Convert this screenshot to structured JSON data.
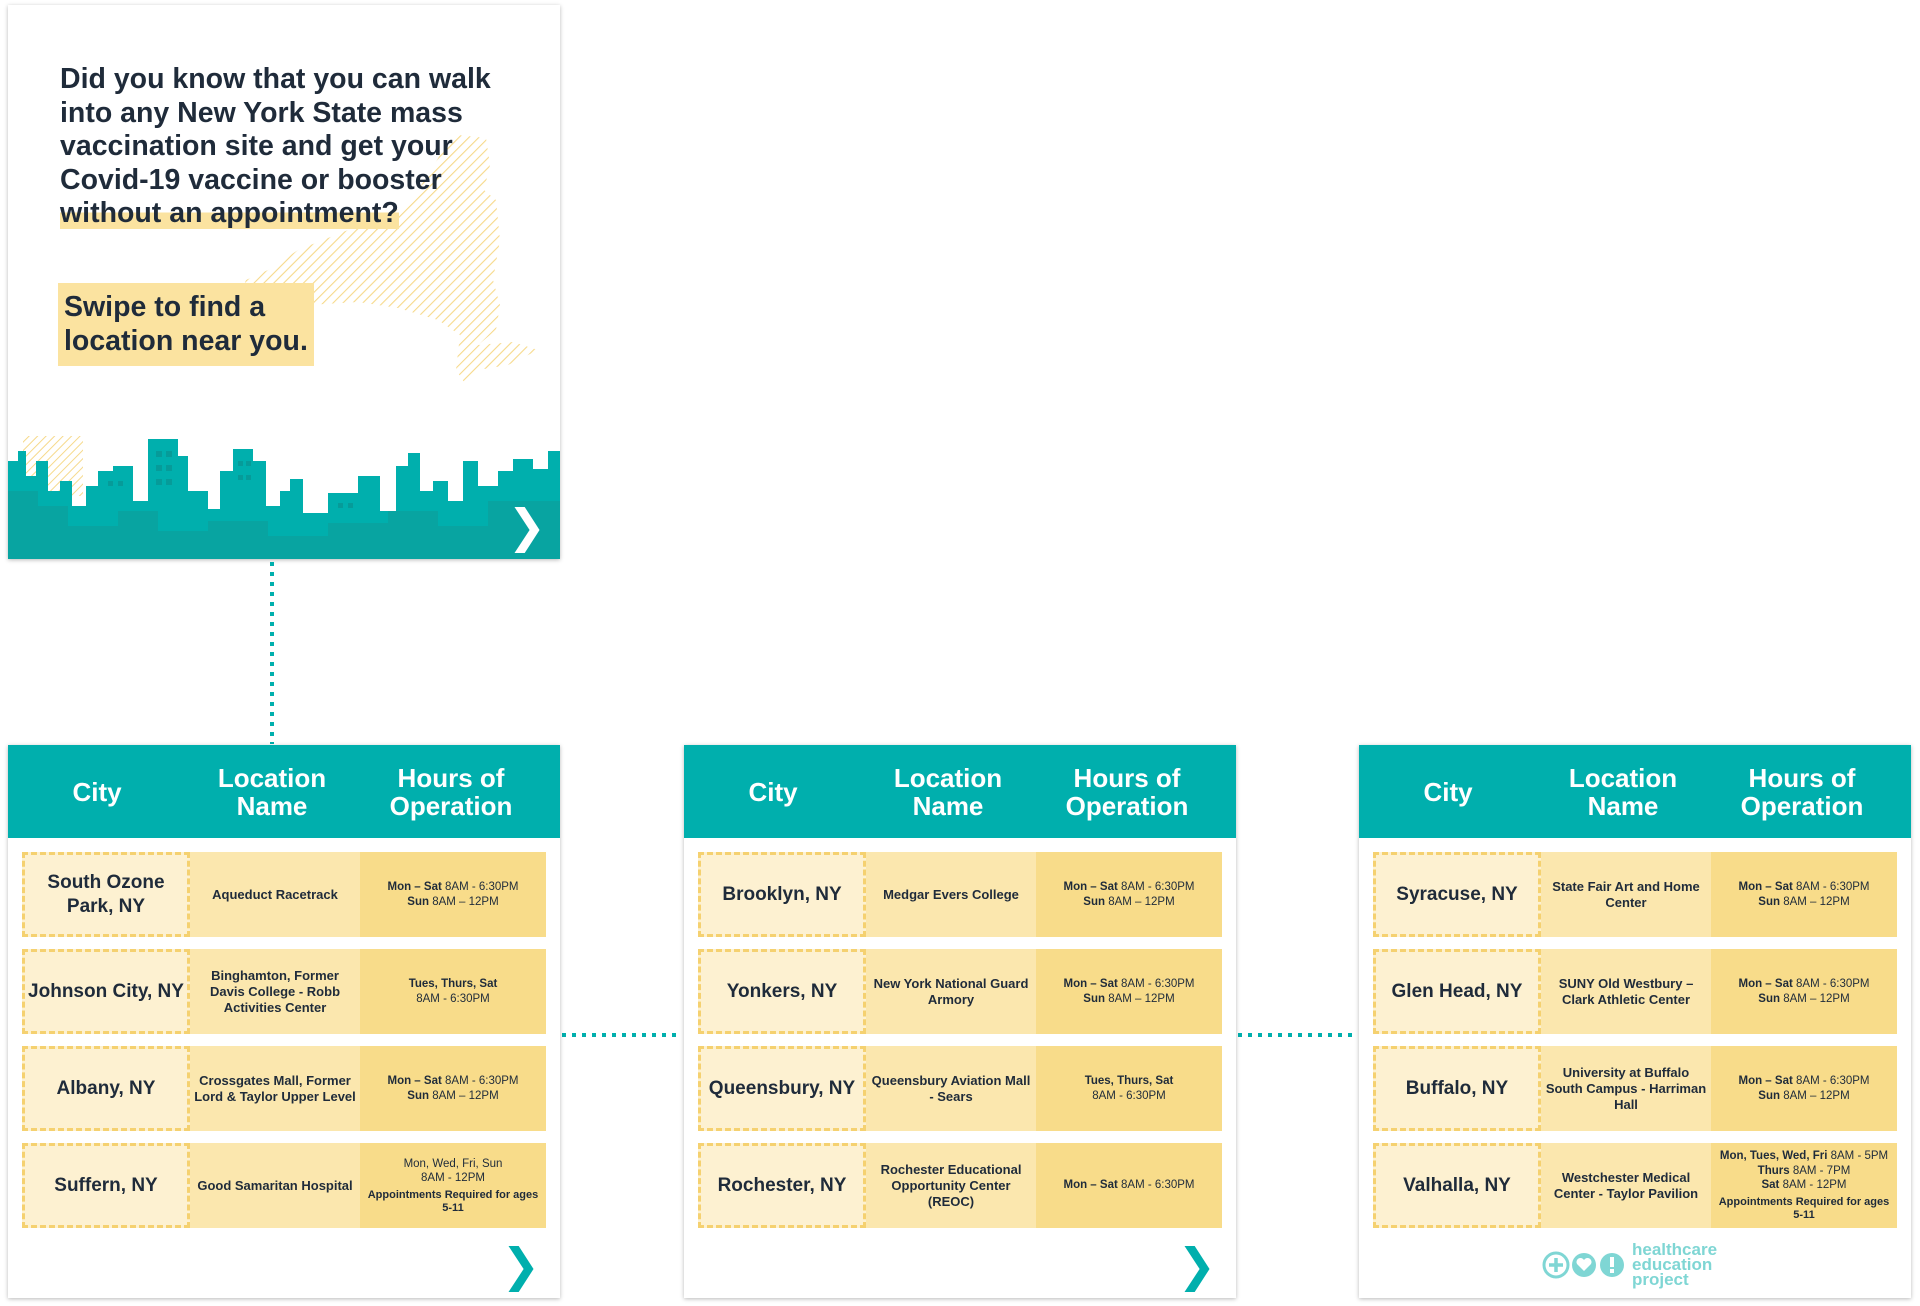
{
  "intro": {
    "question_parts": [
      "Did you know that you can walk into any New York State mass vaccination site and get your Covid-19 vaccine or booster ",
      "without an appointment?"
    ],
    "swipe": "Swipe to find a location near you.",
    "next_arrow": "❯"
  },
  "colors": {
    "teal": "#00afad",
    "yellow_light": "#fdf1d1",
    "yellow_mid": "#fbe7ae",
    "yellow_dark": "#f8dc8a",
    "text": "#1f2b3a"
  },
  "headers": {
    "city": "City",
    "location": "Location Name",
    "hours": "Hours of Operation"
  },
  "panels": [
    {
      "rows": [
        {
          "city": "South Ozone Park, NY",
          "location": "Aqueduct Racetrack",
          "hours": [
            {
              "b": "Mon – Sat ",
              "t": "8AM - 6:30PM"
            },
            {
              "b": "Sun ",
              "t": "8AM – 12PM"
            }
          ],
          "note": ""
        },
        {
          "city": "Johnson City, NY",
          "location": "Binghamton, Former Davis College - Robb Activities Center",
          "hours": [
            {
              "b": "Tues, Thurs, Sat",
              "t": ""
            },
            {
              "b": "",
              "t": "8AM - 6:30PM"
            }
          ],
          "note": ""
        },
        {
          "city": "Albany, NY",
          "location": "Crossgates Mall, Former Lord & Taylor Upper Level",
          "hours": [
            {
              "b": "Mon – Sat ",
              "t": "8AM - 6:30PM"
            },
            {
              "b": "Sun ",
              "t": "8AM – 12PM"
            }
          ],
          "note": ""
        },
        {
          "city": "Suffern, NY",
          "location": "Good Samaritan Hospital",
          "hours": [
            {
              "b": "",
              "t": "Mon, Wed, Fri, Sun"
            },
            {
              "b": "",
              "t": "8AM - 12PM"
            }
          ],
          "note": "Appointments Required for ages 5-11"
        }
      ],
      "arrow": "❯"
    },
    {
      "rows": [
        {
          "city": "Brooklyn, NY",
          "location": "Medgar Evers College",
          "hours": [
            {
              "b": "Mon – Sat ",
              "t": "8AM - 6:30PM"
            },
            {
              "b": "Sun ",
              "t": "8AM – 12PM"
            }
          ],
          "note": ""
        },
        {
          "city": "Yonkers, NY",
          "location": "New York National Guard Armory",
          "hours": [
            {
              "b": "Mon – Sat ",
              "t": "8AM - 6:30PM"
            },
            {
              "b": "Sun ",
              "t": "8AM – 12PM"
            }
          ],
          "note": ""
        },
        {
          "city": "Queensbury, NY",
          "location": "Queensbury Aviation Mall - Sears",
          "hours": [
            {
              "b": "Tues, Thurs, Sat",
              "t": ""
            },
            {
              "b": "",
              "t": "8AM - 6:30PM"
            }
          ],
          "note": ""
        },
        {
          "city": "Rochester, NY",
          "location": "Rochester Educational Opportunity Center (REOC)",
          "hours": [
            {
              "b": "Mon – Sat ",
              "t": "8AM - 6:30PM"
            }
          ],
          "note": ""
        }
      ],
      "arrow": "❯"
    },
    {
      "rows": [
        {
          "city": "Syracuse, NY",
          "location": "State Fair Art and Home Center",
          "hours": [
            {
              "b": "Mon – Sat ",
              "t": "8AM - 6:30PM"
            },
            {
              "b": "Sun ",
              "t": "8AM – 12PM"
            }
          ],
          "note": ""
        },
        {
          "city": "Glen Head, NY",
          "location": "SUNY Old Westbury – Clark Athletic Center",
          "hours": [
            {
              "b": "Mon – Sat ",
              "t": "8AM - 6:30PM"
            },
            {
              "b": "Sun ",
              "t": "8AM – 12PM"
            }
          ],
          "note": ""
        },
        {
          "city": "Buffalo, NY",
          "location": "University at Buffalo South Campus - Harriman Hall",
          "hours": [
            {
              "b": "Mon – Sat ",
              "t": "8AM - 6:30PM"
            },
            {
              "b": "Sun ",
              "t": "8AM – 12PM"
            }
          ],
          "note": ""
        },
        {
          "city": "Valhalla, NY",
          "location": "Westchester Medical Center - Taylor Pavilion",
          "hours": [
            {
              "b": "Mon, Tues, Wed, Fri ",
              "t": "8AM - 5PM"
            },
            {
              "b": "Thurs ",
              "t": "8AM - 7PM"
            },
            {
              "b": "Sat ",
              "t": "8AM - 12PM"
            }
          ],
          "note": "Appointments Required for ages 5-11"
        }
      ],
      "arrow": ""
    }
  ],
  "logo": {
    "line1": "healthcare",
    "line2": "education",
    "line3": "project",
    "icons": [
      "plus-icon",
      "heart-icon",
      "exclamation-icon"
    ]
  }
}
